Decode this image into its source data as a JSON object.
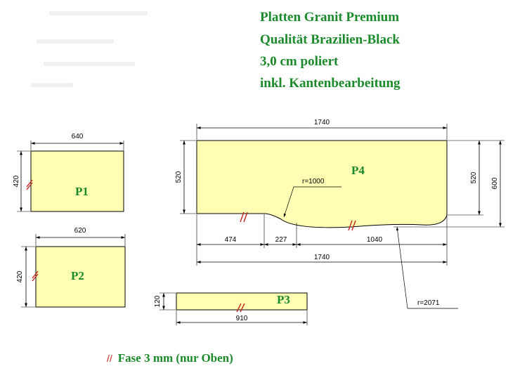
{
  "header": {
    "lines": [
      "Platten Granit Premium",
      "Qualität Brazilien-Black",
      "3,0 cm poliert",
      "inkl. Kantenbearbeitung"
    ]
  },
  "colors": {
    "panel_fill": "#ffffb4",
    "label_green": "#1a8a2a",
    "bevel_red": "#c0261b"
  },
  "pieces": {
    "p1": {
      "label": "P1",
      "width": "640",
      "height": "420"
    },
    "p2": {
      "label": "P2",
      "width": "620",
      "height": "420"
    },
    "p3": {
      "label": "P3",
      "width": "910",
      "height": "120"
    },
    "p4": {
      "label": "P4",
      "top_width": "1740",
      "left_height": "520",
      "right_height": "520",
      "total_height": "600",
      "seg1": "474",
      "seg2": "227",
      "seg3": "1040",
      "bottom_width": "1740",
      "radius1": "r=1000",
      "radius2": "r=2071"
    }
  },
  "legend": {
    "symbol": "//",
    "text": "Fase 3 mm (nur Oben)"
  }
}
